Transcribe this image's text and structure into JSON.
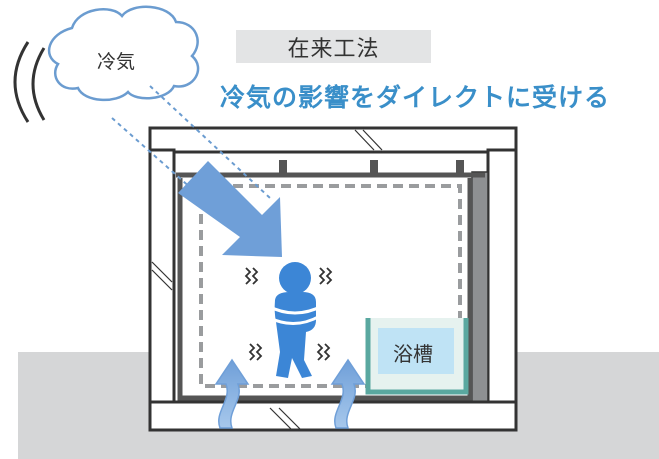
{
  "header": {
    "title": "在来工法",
    "subtitle": "冷気の影響をダイレクトに受ける"
  },
  "labels": {
    "cold_air": "冷気",
    "bathtub": "浴槽"
  },
  "colors": {
    "accent_blue": "#3a8fc9",
    "arrow_blue": "#6f9fd8",
    "person_blue": "#3c86d6",
    "ground_gray": "#d5d6d7",
    "bath_green": "#5aa8a0",
    "bath_water": "#bfe3f5",
    "title_bg": "#e3e4e5"
  }
}
